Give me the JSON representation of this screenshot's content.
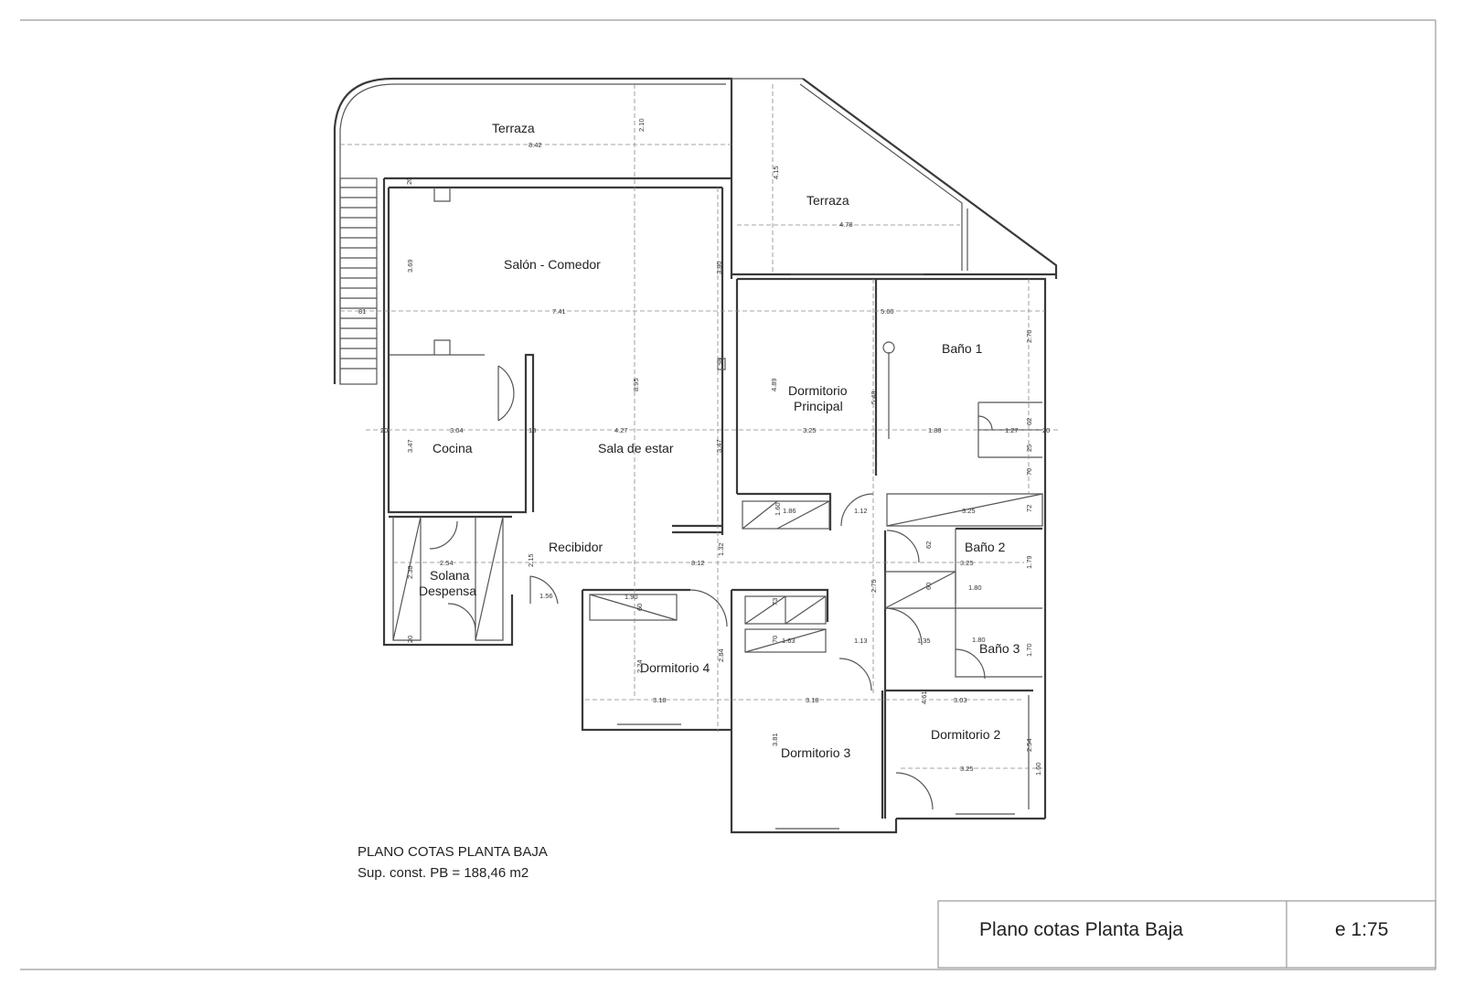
{
  "rooms": {
    "terraza_1": "Terraza",
    "terraza_2": "Terraza",
    "salon_comedor": "Salón - Comedor",
    "bano_1": "Baño 1",
    "dormitorio_principal_1": "Dormitorio",
    "dormitorio_principal_2": "Principal",
    "cocina": "Cocina",
    "sala_de_estar": "Sala de estar",
    "recibidor": "Recibidor",
    "bano_2": "Baño 2",
    "solana": "Solana",
    "despensa": "Despensa",
    "bano_3": "Baño 3",
    "dormitorio_4": "Dormitorio 4",
    "dormitorio_2": "Dormitorio 2",
    "dormitorio_3": "Dormitorio 3"
  },
  "dimensions": {
    "d842": "8.42",
    "d210": "2.10",
    "d415": "4.15",
    "d478": "4.78",
    "d20a": "20",
    "d369": "3.69",
    "d380": "3.80",
    "d81": "81",
    "d741": "7.41",
    "d560": "5.60",
    "d270": "2.70",
    "d26": "26",
    "d895": "8.95",
    "d489": "4.89",
    "d548": "5.48",
    "d304": "3.04",
    "d427": "4.27",
    "d18": "18",
    "d20b": "20",
    "d347a": "3.47",
    "d347b": "3.47",
    "d325a": "3.25",
    "d188": "1.88",
    "d127": "1.27",
    "d20c": "20",
    "d62a": "62",
    "d25": "25",
    "d70": "70",
    "d160a": "1.60",
    "d186": "1.86",
    "d112": "1.12",
    "d325b": "3.25",
    "d72": "72",
    "d62b": "62",
    "d254a": "2.54",
    "d238": "2.38",
    "d215": "2.15",
    "d812": "8.12",
    "d132": "1.32",
    "d325c": "3.25",
    "d179": "1.79",
    "d156": "1.56",
    "d190": "1.90",
    "d60a": "60",
    "d73": "73",
    "d275": "2.75",
    "d60b": "60",
    "d180a": "1.80",
    "d20d": "20",
    "d70b": "70",
    "d163": "1.63",
    "d113": "1.13",
    "d135": "1.35",
    "d180b": "1.80",
    "d170": "1.70",
    "d224": "2.24",
    "d284": "2.84",
    "d318a": "3.18",
    "d318b": "3.18",
    "d461": "4.61",
    "d303": "3.03",
    "d381": "3.81",
    "d254b": "2.54",
    "d325d": "3.25",
    "d160b": "1.60"
  },
  "caption": {
    "line1": "PLANO COTAS PLANTA BAJA",
    "line2": "Sup. const. PB = 188,46 m2"
  },
  "title_block": {
    "title": "Plano cotas Planta Baja",
    "scale": "e 1:75"
  }
}
